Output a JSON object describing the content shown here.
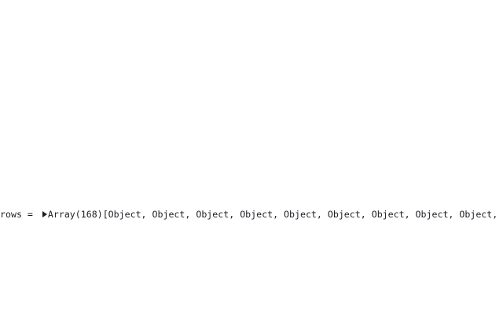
{
  "inspector": {
    "variable_name": "rows",
    "assignment": " = ",
    "toggle_icon": "triangle-right-icon",
    "summary": "Array(168)",
    "preview": "[Object, Object, Object, Object, Object, Object, Object, Object, Object, Object, Obje"
  }
}
